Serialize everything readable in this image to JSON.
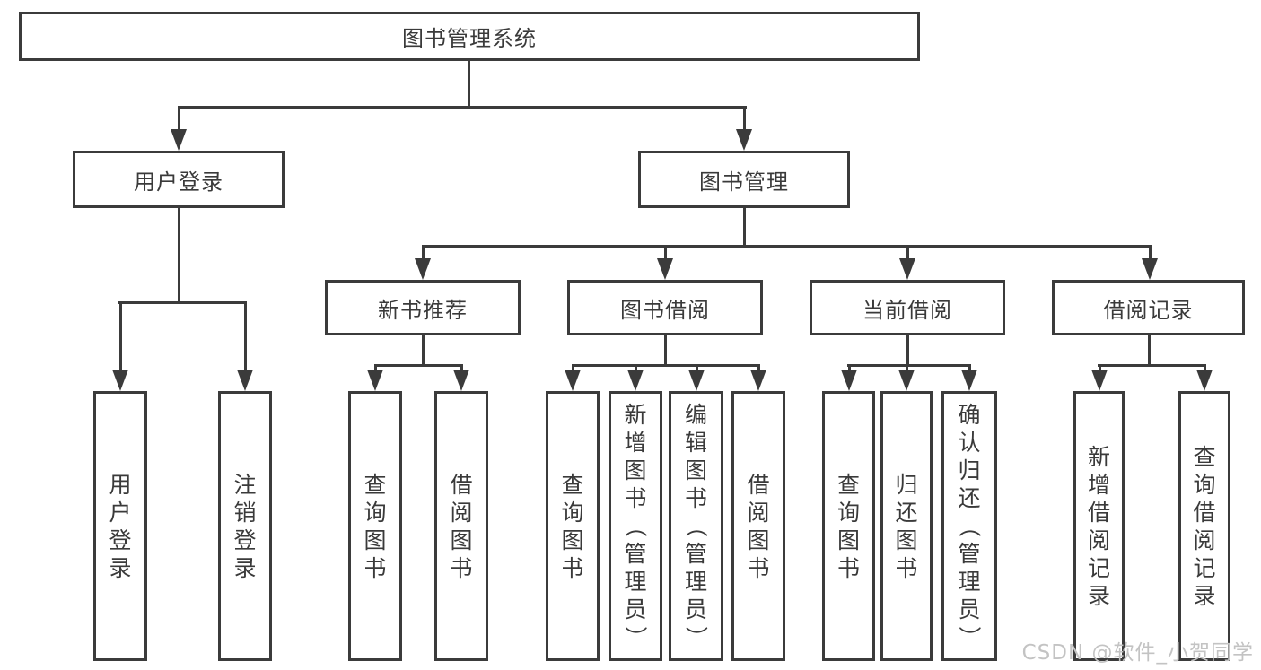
{
  "diagram": {
    "root": {
      "label": "图书管理系统",
      "children": [
        {
          "label": "用户登录",
          "children": [
            {
              "label": "用户登录"
            },
            {
              "label": "注销登录"
            }
          ]
        },
        {
          "label": "图书管理",
          "children": [
            {
              "label": "新书推荐",
              "children": [
                {
                  "label": "查询图书"
                },
                {
                  "label": "借阅图书"
                }
              ]
            },
            {
              "label": "图书借阅",
              "children": [
                {
                  "label": "查询图书"
                },
                {
                  "label": "新增图书（管理员）"
                },
                {
                  "label": "编辑图书（管理员）"
                },
                {
                  "label": "借阅图书"
                }
              ]
            },
            {
              "label": "当前借阅",
              "children": [
                {
                  "label": "查询图书"
                },
                {
                  "label": "归还图书"
                },
                {
                  "label": "确认归还（管理员）"
                }
              ]
            },
            {
              "label": "借阅记录",
              "children": [
                {
                  "label": "新增借阅记录"
                },
                {
                  "label": "查询借阅记录"
                }
              ]
            }
          ]
        }
      ]
    }
  },
  "watermark": {
    "text": "CSDN @软件_小贺同学"
  },
  "colors": {
    "line": "#3b3b3b",
    "background": "#ffffff",
    "watermark": "#c3c3c3"
  }
}
